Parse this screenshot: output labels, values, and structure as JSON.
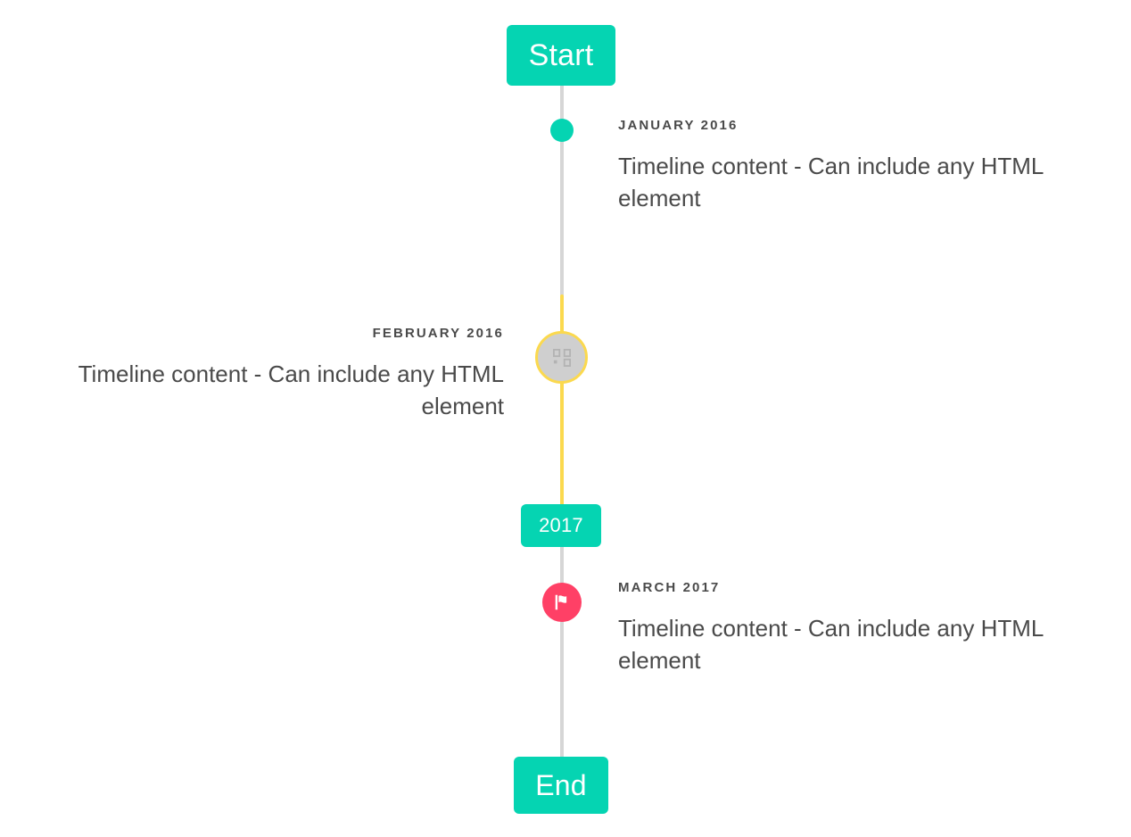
{
  "theme": {
    "accent_teal": "#05d4b2",
    "accent_yellow": "#fbd94e",
    "accent_pink": "#ff4066",
    "rail_gray": "#d6d6d6",
    "text_gray": "#4a4a4a",
    "marker_gray": "#cfcfcf"
  },
  "timeline": {
    "start_badge": {
      "label": "Start"
    },
    "year_badge": {
      "label": "2017"
    },
    "end_badge": {
      "label": "End"
    },
    "entries": [
      {
        "date": "JANUARY 2016",
        "body": "Timeline content - Can include any HTML element",
        "side": "right",
        "marker": "dot-icon",
        "marker_color": "#05d4b2"
      },
      {
        "date": "FEBRUARY 2016",
        "body": "Timeline content - Can include any HTML element",
        "side": "left",
        "marker": "broken-image-icon",
        "marker_color": "#cfcfcf"
      },
      {
        "date": "MARCH 2017",
        "body": "Timeline content - Can include any HTML element",
        "side": "right",
        "marker": "flag-icon",
        "marker_color": "#ff4066"
      }
    ]
  }
}
